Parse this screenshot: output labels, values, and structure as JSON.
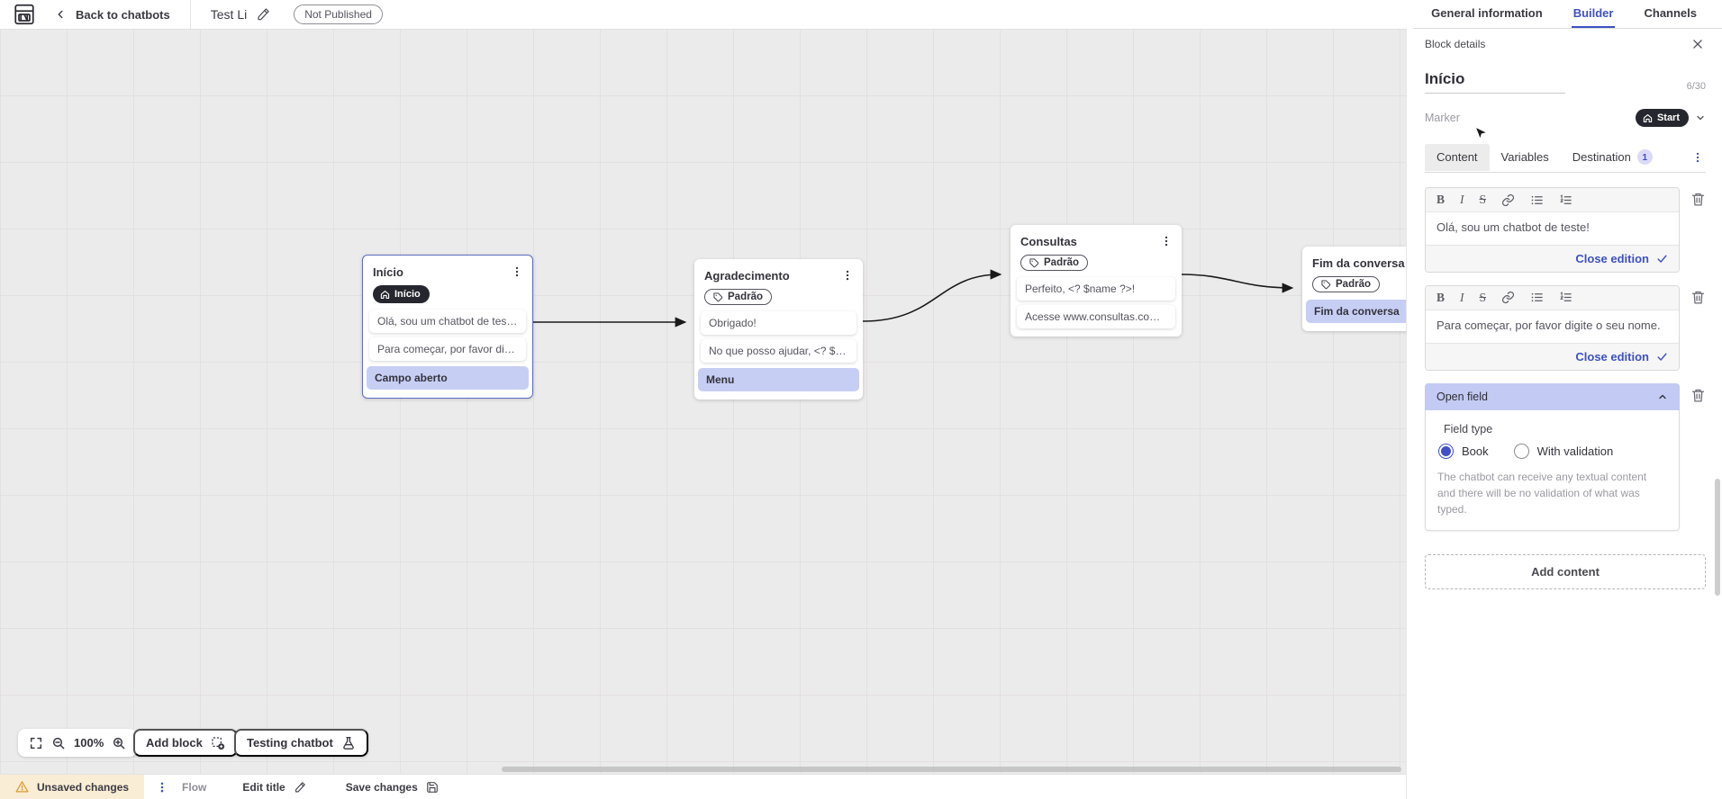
{
  "colors": {
    "accent": "#3D51C4",
    "highlight_item_bg": "#C7CEF4",
    "open_field_header_bg": "#C3CAF3",
    "start_pill_bg": "#26262E",
    "selected_block_border": "#5F6EC2",
    "unsaved_bg": "#FAEDD5",
    "warning": "#E09A2F"
  },
  "topbar": {
    "back_label": "Back to chatbots",
    "title": "Test Li",
    "status_badge": "Not Published",
    "tabs": [
      {
        "label": "General information",
        "active": false
      },
      {
        "label": "Builder",
        "active": true
      },
      {
        "label": "Channels",
        "active": false
      }
    ]
  },
  "panel": {
    "header": "Block details",
    "block_title": "Início",
    "char_counter": "6/30",
    "marker": {
      "label": "Marker",
      "value": "Start"
    },
    "tabs": [
      {
        "label": "Content",
        "active": true
      },
      {
        "label": "Variables",
        "active": false
      },
      {
        "label": "Destination",
        "badge": "1",
        "active": false
      }
    ],
    "editor_toolbar": {
      "bold": "B",
      "italic": "I",
      "strike": "S"
    },
    "editors": [
      {
        "text": "Olá, sou um chatbot de teste!",
        "close_label": "Close edition"
      },
      {
        "text": "Para começar, por favor digite o seu nome.",
        "close_label": "Close edition"
      }
    ],
    "open_field": {
      "title": "Open field",
      "field_type_label": "Field type",
      "options": [
        {
          "label": "Book",
          "selected": true
        },
        {
          "label": "With validation",
          "selected": false
        }
      ],
      "helper": "The chatbot can receive any textual content and there will be no validation of what was typed."
    },
    "add_content_label": "Add content"
  },
  "canvas": {
    "blocks": [
      {
        "title": "Início",
        "marker": "Início",
        "items": [
          "Olá, sou um chatbot de teste!",
          "Para começar, por favor digite o ...",
          "Campo aberto"
        ]
      },
      {
        "title": "Agradecimento",
        "marker": "Padrão",
        "items": [
          "Obrigado!",
          "No que posso ajudar, <? $name ...",
          "Menu"
        ]
      },
      {
        "title": "Consultas",
        "marker": "Padrão",
        "items": [
          "Perfeito, <? $name ?>!",
          "Acesse www.consultas.com par..."
        ]
      },
      {
        "title": "Fim da conversa",
        "marker": "Padrão",
        "items": [
          "Fim da conversa"
        ]
      }
    ],
    "toolbar": {
      "zoom_level": "100%",
      "add_block_label": "Add block",
      "testing_label": "Testing chatbot"
    }
  },
  "statusbar": {
    "unsaved_label": "Unsaved changes",
    "flow_label": "Flow",
    "edit_title_label": "Edit title",
    "save_label": "Save changes"
  }
}
